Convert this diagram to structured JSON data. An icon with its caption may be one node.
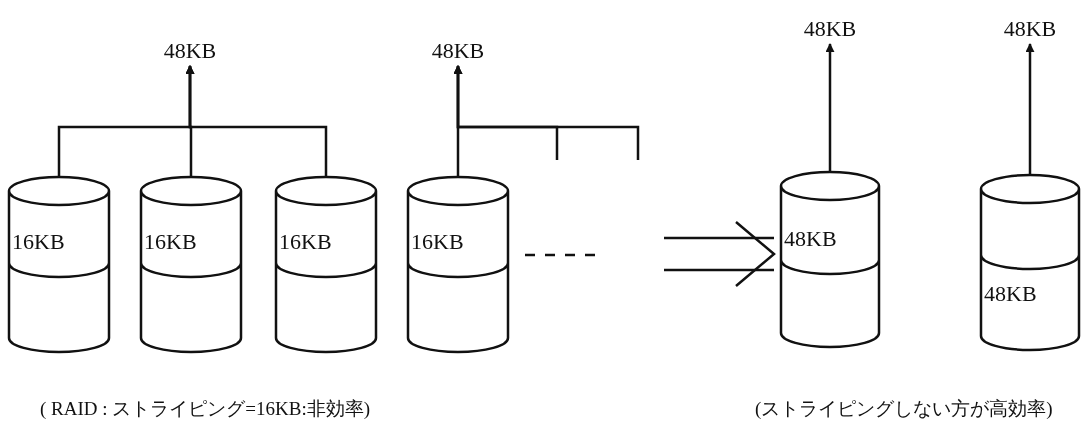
{
  "diagram": {
    "nodes": [
      {
        "text": [
          "48KB"
        ]
      },
      {
        "text": [
          "48KB"
        ]
      },
      {
        "text": [
          "48KB"
        ]
      },
      {
        "text": [
          "48KB"
        ]
      },
      {
        "text": [
          "16KB"
        ]
      },
      {
        "text": [
          "16KB"
        ]
      },
      {
        "text": [
          "16KB"
        ]
      },
      {
        "text": [
          "16KB"
        ]
      },
      {
        "text": [
          "48KB"
        ]
      },
      {
        "text": [
          "48KB"
        ]
      }
    ],
    "edges": [
      {
        "from": 4,
        "to": 0,
        "arrow": "to"
      },
      {
        "from": 5,
        "to": 0,
        "arrow": "to"
      },
      {
        "from": 6,
        "to": 0,
        "arrow": "to"
      },
      {
        "from": 7,
        "to": 1,
        "arrow": "to"
      },
      {
        "from": null,
        "to": 1,
        "arrow": "to"
      },
      {
        "from": null,
        "to": 1,
        "arrow": "to"
      },
      {
        "from": 8,
        "to": 2,
        "arrow": "to"
      },
      {
        "from": 9,
        "to": 3,
        "arrow": "to"
      },
      {
        "from": null,
        "to": 8,
        "arrow": "to"
      }
    ],
    "labels": [
      "( RAID : ストライピング=16KB:非効率)",
      "(ストライピングしない方が高効率)"
    ]
  }
}
